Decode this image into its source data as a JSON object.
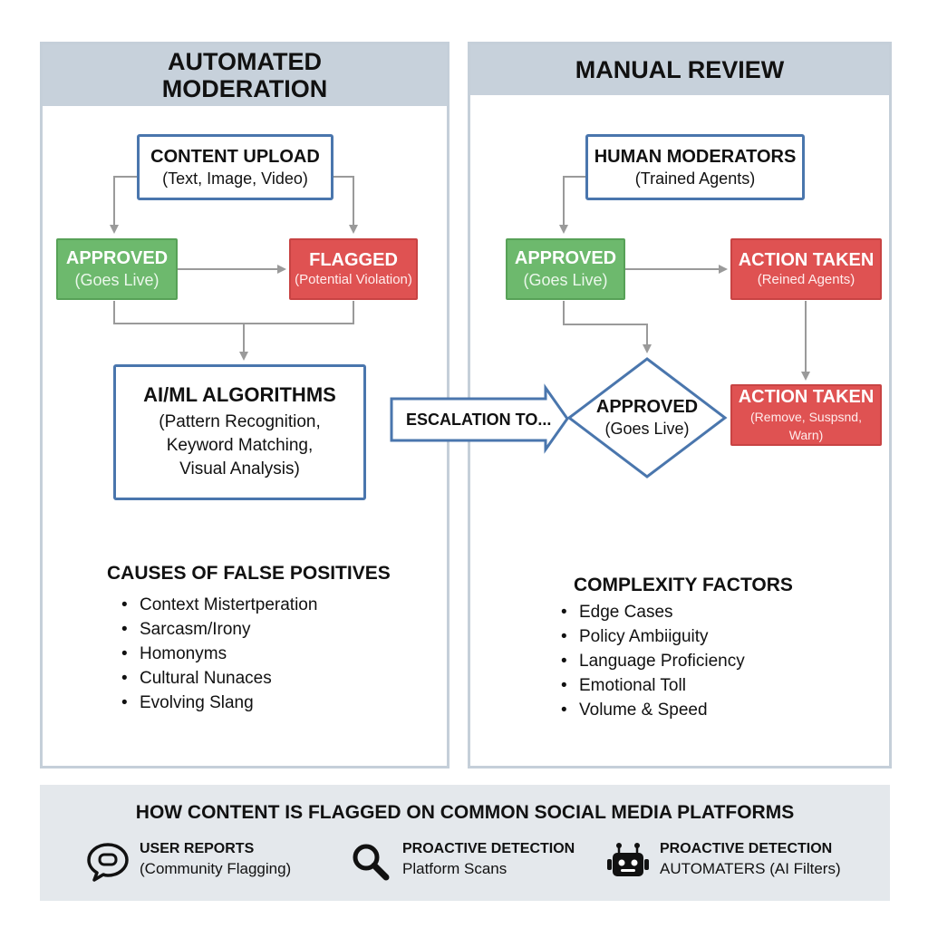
{
  "left_panel": {
    "title_line1": "AUTOMATED",
    "title_line2": "MODERATION",
    "content_upload": {
      "title": "CONTENT UPLOAD",
      "sub": "(Text, Image, Video)"
    },
    "approved": {
      "title": "APPROVED",
      "sub": "(Goes Live)"
    },
    "flagged": {
      "title": "FLAGGED",
      "sub": "(Potential Violation)"
    },
    "algorithms": {
      "title": "AI/ML ALGORITHMS",
      "line1": "(Pattern Recognition,",
      "line2": "Keyword Matching,",
      "line3": "Visual Analysis)"
    },
    "causes_title": "CAUSES OF FALSE POSITIVES",
    "causes": [
      "Context Mistertperation",
      "Sarcasm/Irony",
      "Homonyms",
      "Cultural Nunaces",
      "Evolving Slang"
    ]
  },
  "escalation_label": "ESCALATION TO...",
  "right_panel": {
    "title": "MANUAL REVIEW",
    "human_moderators": {
      "title": "HUMAN MODERATORS",
      "sub": "(Trained Agents)"
    },
    "approved": {
      "title": "APPROVED",
      "sub": "(Goes Live)"
    },
    "action_taken_1": {
      "title": "ACTION TAKEN",
      "sub": "(Reined Agents)"
    },
    "approved_diamond": {
      "title": "APPROVED",
      "sub": "(Goes Live)"
    },
    "action_taken_2": {
      "title": "ACTION TAKEN",
      "sub": "(Remove, Suspsnd, Warn)"
    },
    "complexity_title": "COMPLEXITY FACTORS",
    "complexity": [
      "Edge Cases",
      "Policy Ambiiguity",
      "Language Proficiency",
      "Emotional Toll",
      "Volume & Speed"
    ]
  },
  "footer": {
    "title": "HOW CONTENT IS FLAGGED ON COMMON SOCIAL MEDIA PLATFORMS",
    "items": [
      {
        "icon": "speech-bubble-icon",
        "heading": "USER REPORTS",
        "sub": "(Community Flagging)"
      },
      {
        "icon": "magnifier-icon",
        "heading": "PROACTIVE DETECTION",
        "sub": "Platform Scans"
      },
      {
        "icon": "robot-icon",
        "heading": "PROACTIVE DETECTION",
        "sub": "AUTOMATERS (AI Filters)"
      }
    ]
  },
  "colors": {
    "panel_header": "#c7d1db",
    "blue_border": "#4a76ad",
    "green": "#6db96d",
    "red": "#df5252",
    "connector": "#9a9a9a",
    "footer_bg": "#e4e8ec"
  }
}
